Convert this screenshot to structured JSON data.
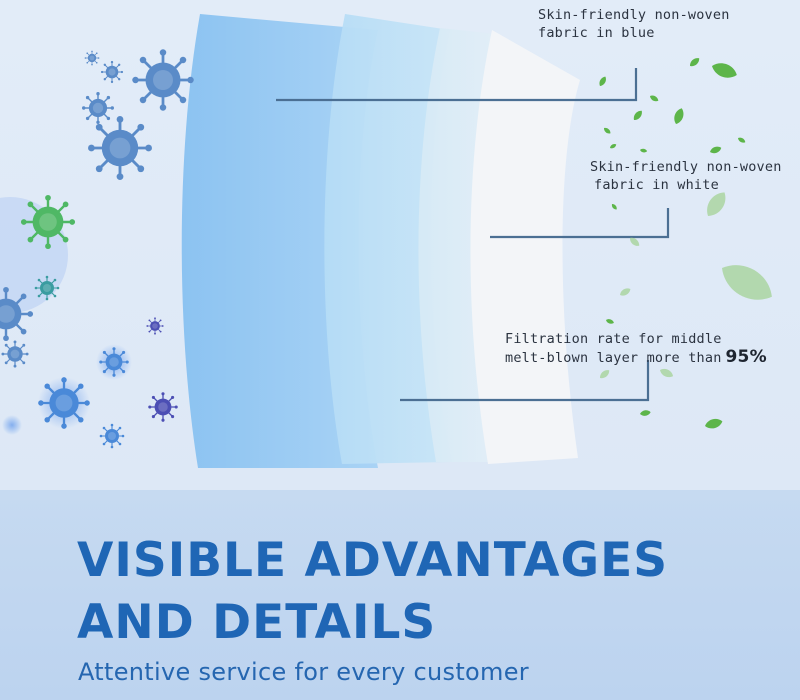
{
  "callouts": {
    "blue_layer": {
      "line1": "Skin-friendly non-woven",
      "line2": "fabric in blue"
    },
    "white_layer": {
      "line1": "Skin-friendly non-woven",
      "line2": "fabric in white"
    },
    "filter_layer": {
      "line1": "Filtration rate for middle",
      "line2": "melt-blown layer more than",
      "value": "95%"
    }
  },
  "headline": {
    "line1": "VISIBLE ADVANTAGES",
    "line2": "AND DETAILS"
  },
  "subtitle": "Attentive service for every customer",
  "colors": {
    "headline": "#1f66b5",
    "layer_blue": "#9fcdf3",
    "layer_white": "#f3f5f8",
    "leader_line": "#4b6f93",
    "virus_blue": "#4f86c6",
    "virus_green": "#4fb865",
    "leaf_green": "#5db54a"
  },
  "icons": [
    "virus-icon",
    "leaf-icon"
  ]
}
